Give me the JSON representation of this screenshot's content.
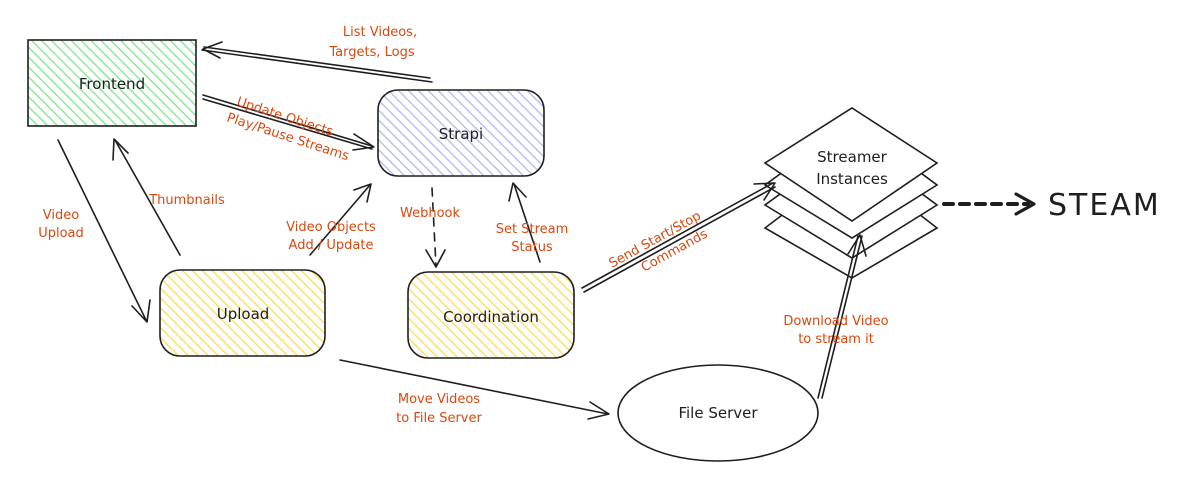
{
  "nodes": {
    "frontend": "Frontend",
    "strapi": "Strapi",
    "upload": "Upload",
    "coordination": "Coordination",
    "file_server": "File Server",
    "streamer_1": "Streamer",
    "streamer_2": "Instances",
    "steam": "STEAM"
  },
  "edges": {
    "list_1": "List Videos,",
    "list_2": "Targets, Logs",
    "update_1": "Update Objects",
    "update_2": "Play/Pause Streams",
    "video_upload_1": "Video",
    "video_upload_2": "Upload",
    "thumbnails": "Thumbnails",
    "video_objects_1": "Video Objects",
    "video_objects_2": "Add / Update",
    "webhook": "Webhook",
    "set_stream_1": "Set Stream",
    "set_stream_2": "Status",
    "send_1": "Send Start/Stop",
    "send_2": "Commands",
    "move_1": "Move Videos",
    "move_2": "to File Server",
    "download_1": "Download Video",
    "download_2": "to stream it"
  },
  "colors": {
    "frontend_fill": "#b2f2bb",
    "frontend_stroke": "#2f9e44",
    "strapi_fill": "#d0d8f5",
    "strapi_stroke": "#1e1e1e",
    "upload_fill": "#ffec99",
    "coordination_fill": "#ffec99",
    "label": "#d9480f",
    "stroke": "#1e1e1e"
  }
}
